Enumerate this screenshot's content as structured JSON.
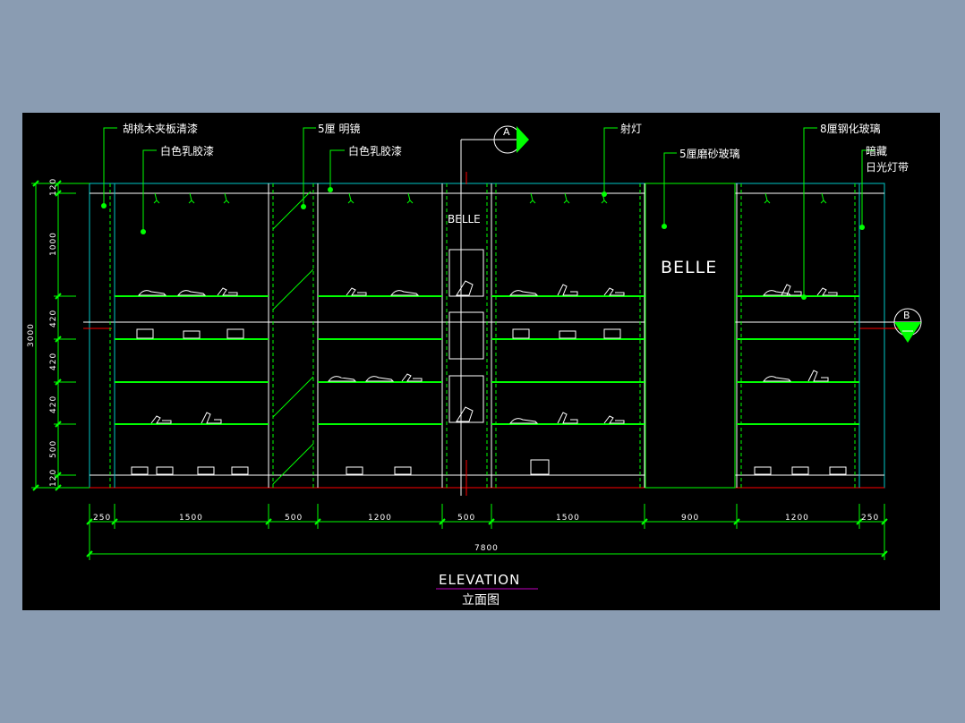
{
  "drawing": {
    "title": "ELEVATION",
    "subtitle": "立面图",
    "section_marks": [
      "A",
      "B"
    ],
    "signage": {
      "column_sign": "BELLE",
      "panel_sign": "BELLE"
    },
    "annotations": [
      "胡桃木夹板清漆",
      "白色乳胶漆",
      "5厘 明镜",
      "白色乳胶漆",
      "射灯",
      "5厘磨砂玻璃",
      "8厘钢化玻璃",
      "暗藏",
      "日光灯带"
    ],
    "horizontal_dims": [
      "250",
      "1500",
      "500",
      "1200",
      "500",
      "1500",
      "900",
      "1200",
      "250"
    ],
    "total_width": "7800",
    "vertical_dims": [
      "120",
      "1000",
      "420",
      "420",
      "420",
      "500",
      "120"
    ],
    "total_height": "3000"
  },
  "colors": {
    "background": "#000000",
    "page": "#8a9cb2",
    "lines": "#ffffff",
    "shelves": "#00ff00",
    "cyan": "#00c8c8",
    "red": "#ff0000",
    "magenta": "#c000c0"
  }
}
